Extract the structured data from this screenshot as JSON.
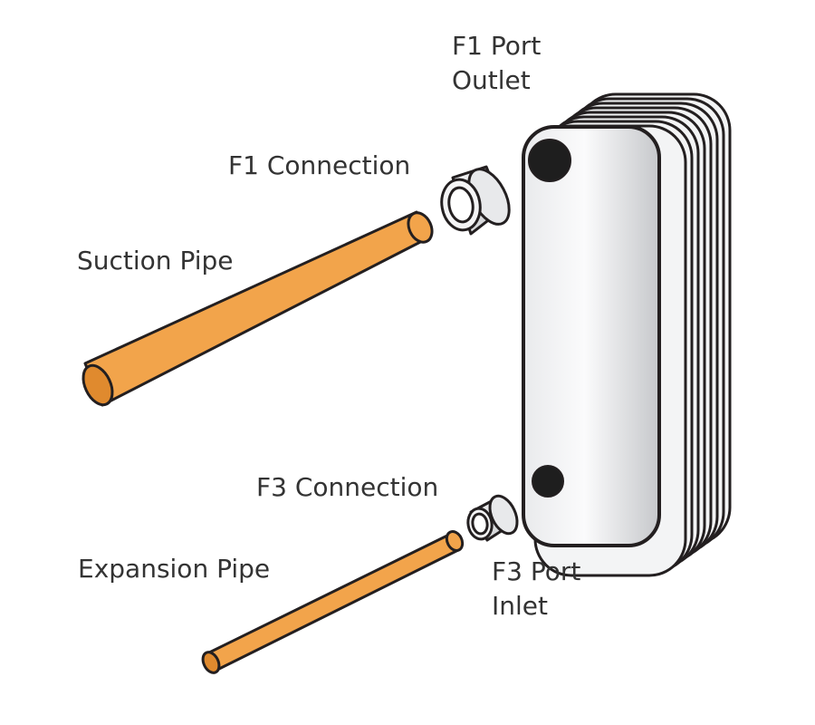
{
  "labels": {
    "f1_port": [
      "F1 Port",
      "Outlet"
    ],
    "f1_connection": "F1 Connection",
    "suction_pipe": "Suction Pipe",
    "f3_connection": "F3 Connection",
    "expansion_pipe": "Expansion Pipe",
    "f3_port": [
      "F3 Port",
      "Inlet"
    ]
  },
  "colors": {
    "pipe_fill": "#F2A44B",
    "pipe_end": "#E08A2E",
    "outline": "#231F20",
    "body_light": "#F4F4F5",
    "body_mid": "#C9CBCE",
    "port_hole": "#1E1E1E",
    "fitting_fill": "#E6E7E8"
  }
}
